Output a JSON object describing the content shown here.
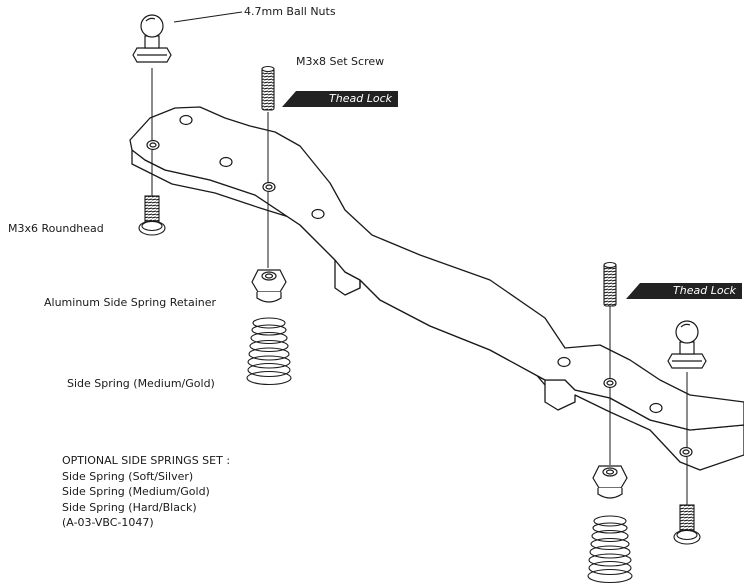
{
  "labels": {
    "ball_nuts": "4.7mm Ball Nuts",
    "set_screw": "M3x8 Set Screw",
    "roundhead": "M3x6 Roundhead",
    "retainer": "Aluminum Side Spring Retainer",
    "side_spring": "Side Spring (Medium/Gold)"
  },
  "thread_lock_tags": [
    "Thead Lock",
    "Thead Lock"
  ],
  "optional_set": {
    "title": "OPTIONAL SIDE SPRINGS SET :",
    "items": [
      "Side Spring (Soft/Silver)",
      "Side Spring (Medium/Gold)",
      "Side Spring (Hard/Black)",
      "(A-03-VBC-1047)"
    ]
  },
  "colors": {
    "line": "#1a1a1a",
    "tag_fill": "#222222",
    "paper": "#ffffff"
  }
}
